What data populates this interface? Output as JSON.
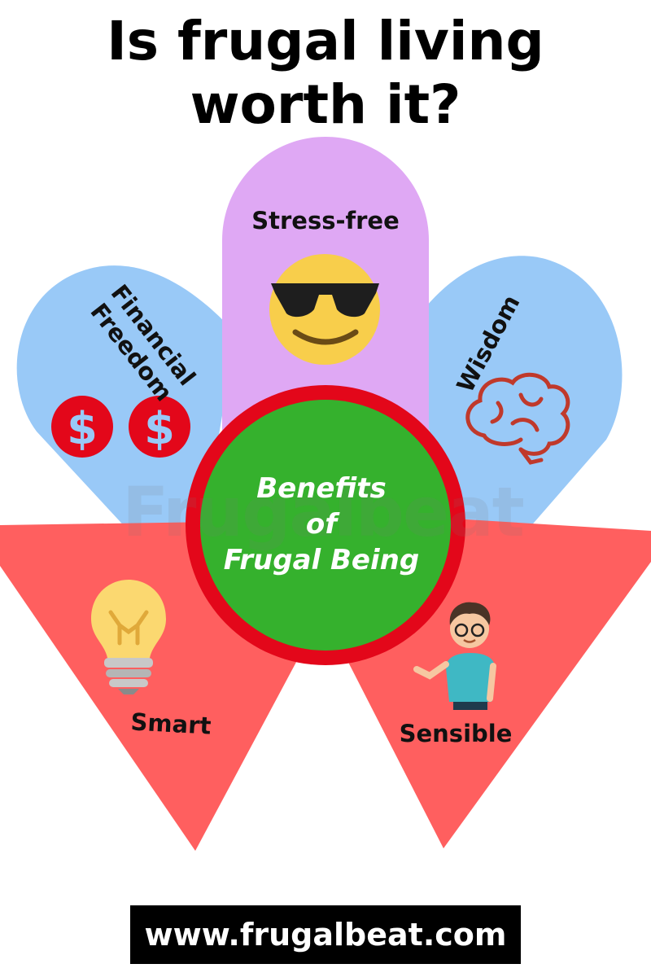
{
  "title": {
    "line1": "Is frugal living",
    "line2": "worth it?"
  },
  "center": {
    "line1": "Benefits",
    "line2": "of",
    "line3": "Frugal Being"
  },
  "petals": {
    "stress_free": "Stress-free",
    "financial_freedom_line1": "Financial",
    "financial_freedom_line2": "Freedom",
    "wisdom": "Wisdom",
    "smart": "Smart",
    "sensible": "Sensible"
  },
  "watermark": "Frugalbeat",
  "footer": {
    "url": "www.frugalbeat.com"
  },
  "colors": {
    "purple_petal": "#dfa8f4",
    "blue_petal": "#99c9f7",
    "red_petal": "#ff5f5f",
    "center_green": "#35b12d",
    "center_ring": "#e3071a",
    "dollar_red": "#e3071a",
    "emoji_yellow": "#f8ce4b"
  },
  "icons": [
    "sunglasses-emoji-icon",
    "dollar-coin-icon",
    "brain-icon",
    "lightbulb-icon",
    "person-icon"
  ]
}
